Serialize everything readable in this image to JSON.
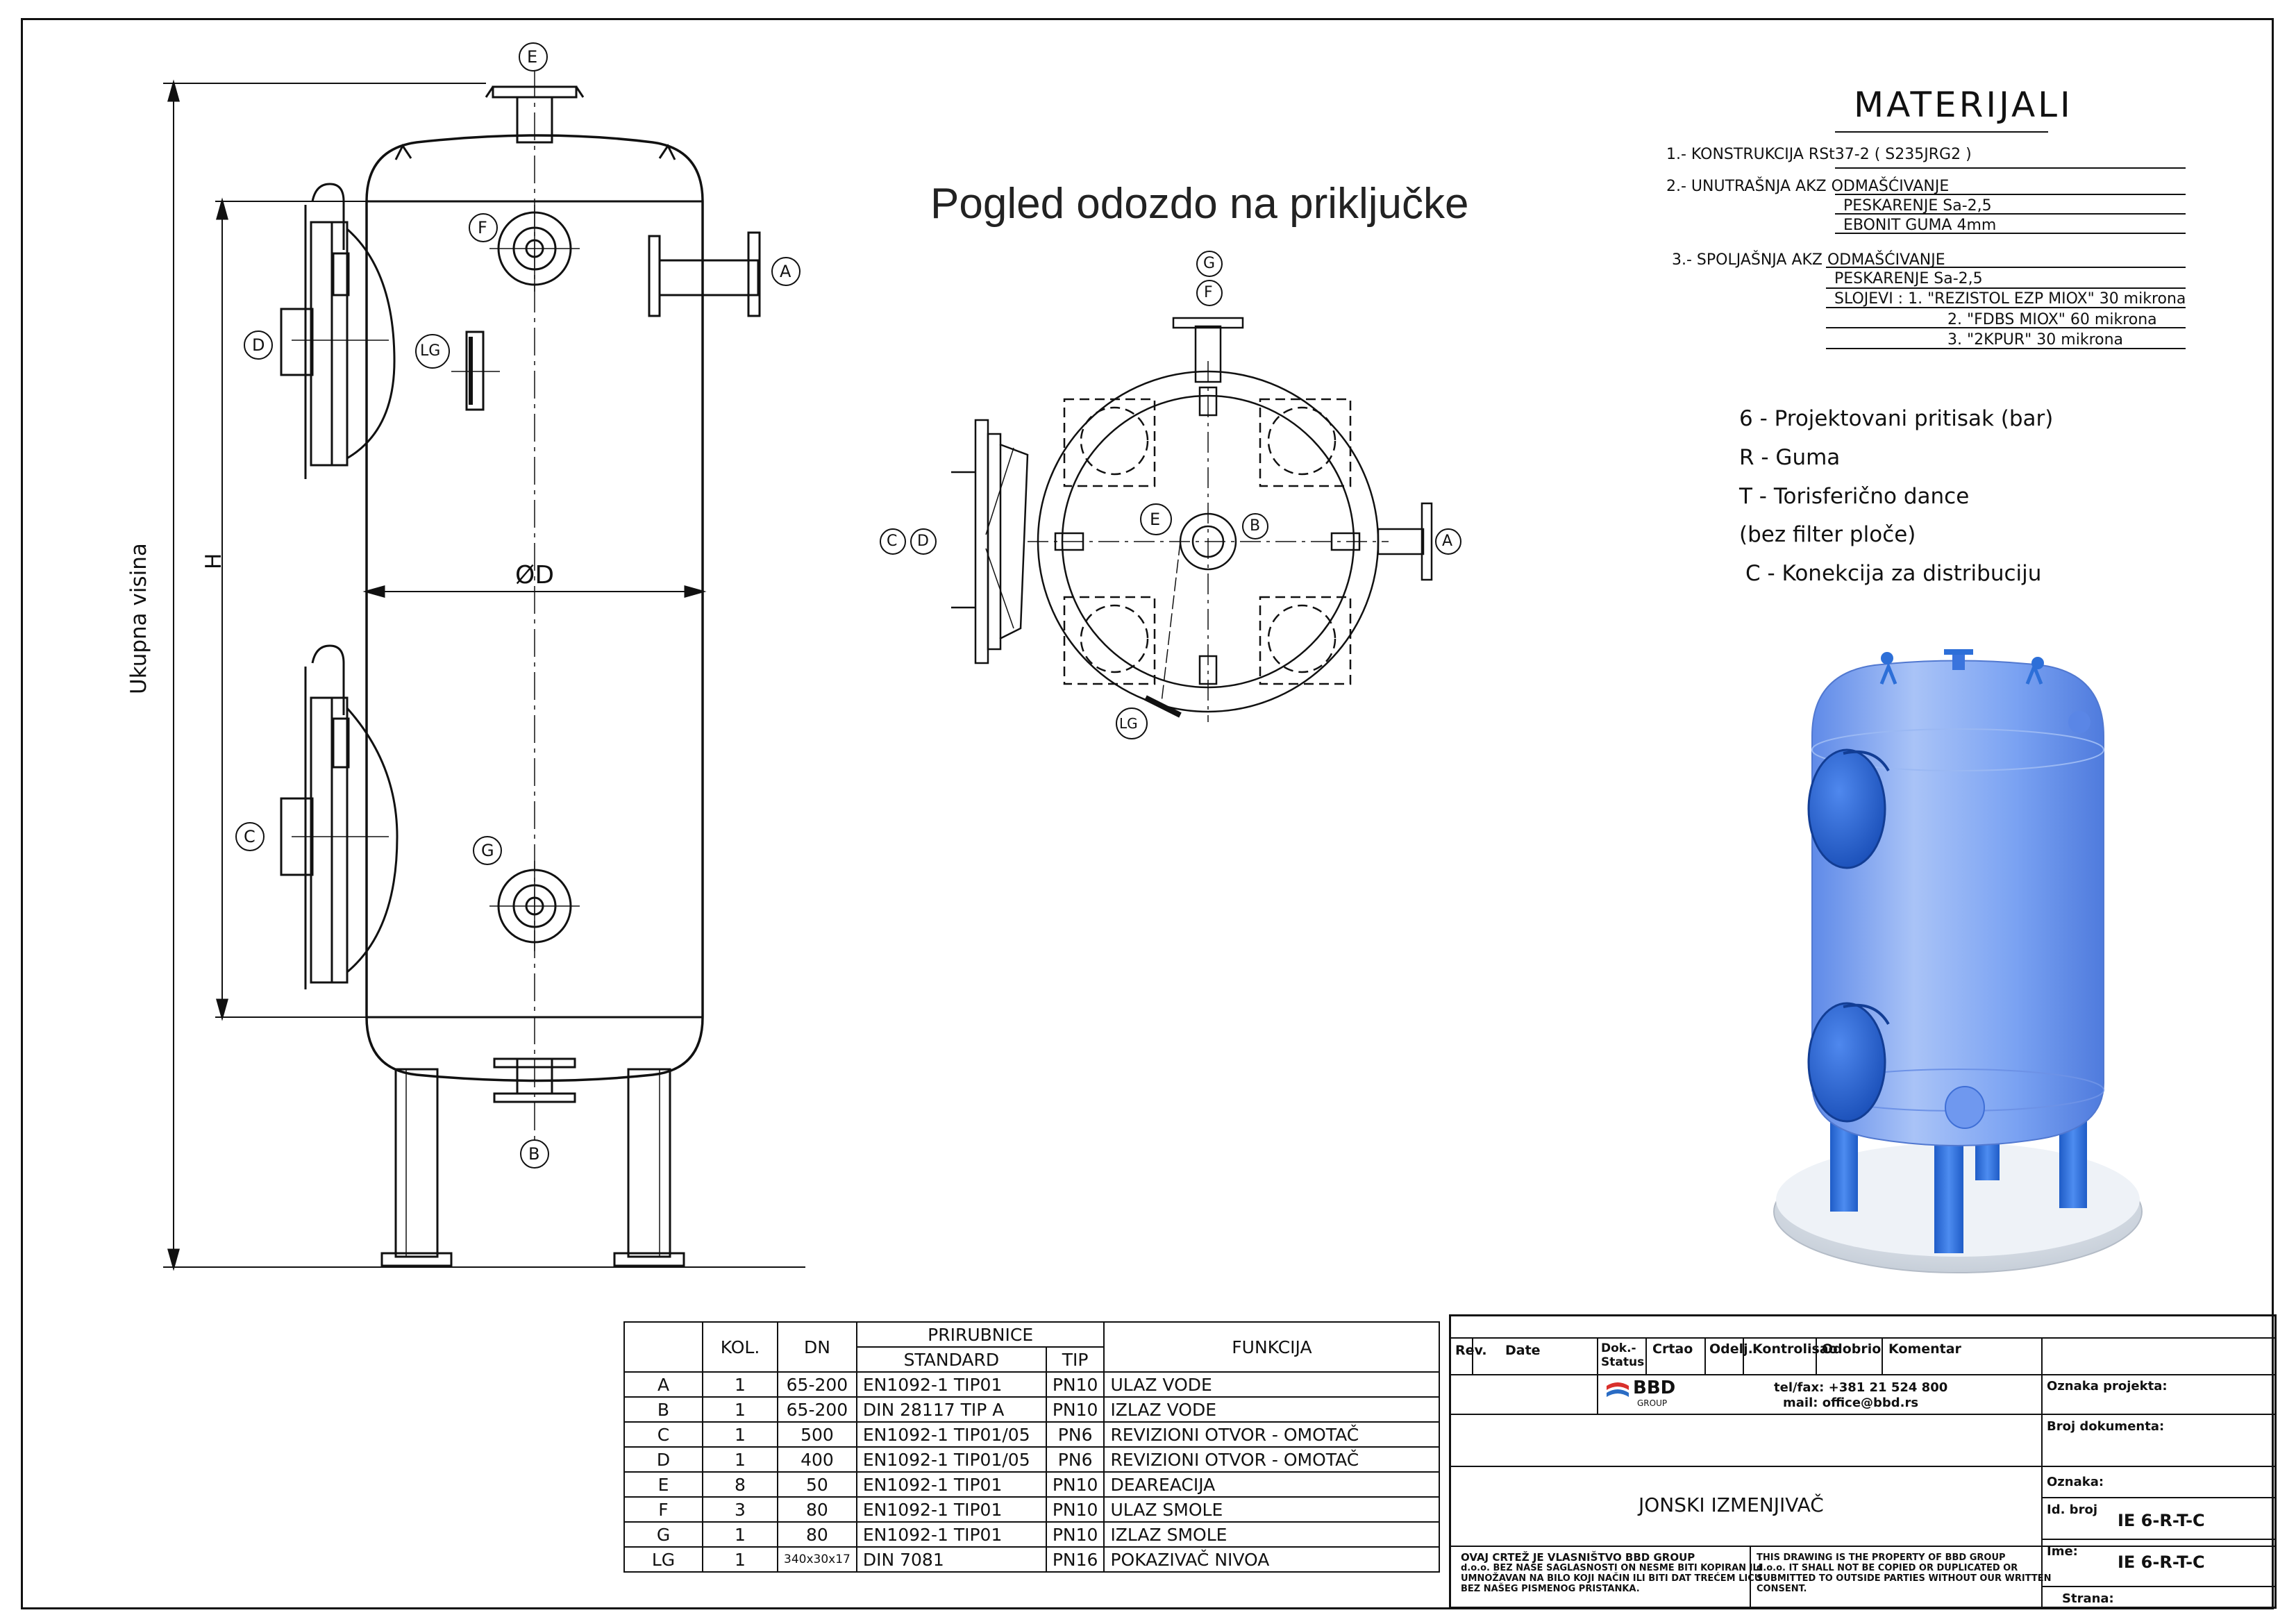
{
  "view_title": "Pogled odozdo na priključke",
  "dimensions": {
    "total_height": "Ukupna visina",
    "h": "H",
    "d": "ØD"
  },
  "nozzle_letters": [
    "A",
    "B",
    "C",
    "D",
    "E",
    "F",
    "G",
    "LG"
  ],
  "materials": {
    "title": "MATERIJALI",
    "lines": [
      "1.-  KONSTRUKCIJA     RSt37-2 ( S235JRG2 )",
      "2.-  UNUTRAŠNJA AKZ  ODMAŠĆIVANJE",
      "PESKARENJE Sa-2,5",
      "EBONIT GUMA 4mm",
      "3.- SPOLJAŠNJA AKZ  ODMAŠĆIVANJE",
      "PESKARENJE Sa-2,5",
      "SLOJEVI :     1. \"REZISTOL EZP MIOX\" 30 mikrona",
      "2. \"FDBS MIOX\" 60 mikrona",
      "3. \"2KPUR\" 30 mikrona"
    ]
  },
  "legend": [
    "6 - Projektovani pritisak (bar)",
    "R - Guma",
    "T - Torisferično dance",
    "(bez filter ploče)",
    "C - Konekcija za distribuciju"
  ],
  "connections": {
    "headers": {
      "kol": "KOL.",
      "dn": "DN",
      "prirubnice": "PRIRUBNICE",
      "standard": "STANDARD",
      "tip": "TIP",
      "funkcija": "FUNKCIJA"
    },
    "rows": [
      {
        "id": "A",
        "kol": "1",
        "dn": "65-200",
        "standard": "EN1092-1 TIP01",
        "tip": "PN10",
        "funkcija": "ULAZ VODE"
      },
      {
        "id": "B",
        "kol": "1",
        "dn": "65-200",
        "standard": "DIN 28117 TIP A",
        "tip": "PN10",
        "funkcija": "IZLAZ VODE"
      },
      {
        "id": "C",
        "kol": "1",
        "dn": "500",
        "standard": "EN1092-1 TIP01/05",
        "tip": "PN6",
        "funkcija": "REVIZIONI OTVOR - OMOTAČ"
      },
      {
        "id": "D",
        "kol": "1",
        "dn": "400",
        "standard": "EN1092-1 TIP01/05",
        "tip": "PN6",
        "funkcija": "REVIZIONI OTVOR - OMOTAČ"
      },
      {
        "id": "E",
        "kol": "8",
        "dn": "50",
        "standard": "EN1092-1 TIP01",
        "tip": "PN10",
        "funkcija": "DEAREACIJA"
      },
      {
        "id": "F",
        "kol": "3",
        "dn": "80",
        "standard": "EN1092-1 TIP01",
        "tip": "PN10",
        "funkcija": "ULAZ SMOLE"
      },
      {
        "id": "G",
        "kol": "1",
        "dn": "80",
        "standard": "EN1092-1 TIP01",
        "tip": "PN10",
        "funkcija": "IZLAZ SMOLE"
      },
      {
        "id": "LG",
        "kol": "1",
        "dn": "340x30x17",
        "standard": "DIN 7081",
        "tip": "PN16",
        "funkcija": "POKAZIVAČ NIVOA"
      }
    ]
  },
  "title_block": {
    "rev": "Rev.",
    "date": "Date",
    "dok": "Dok.-",
    "status": "Status",
    "crtao": "Crtao",
    "odelj": "Odelj.",
    "kontrolisao": "Kontrolisao",
    "odobrio": "Odobrio",
    "komentar": "Komentar",
    "company": "BBD",
    "company_sub": "GROUP",
    "tel": "tel/fax: +381 21 524 800",
    "mail": "mail: office@bbd.rs",
    "oznaka_projekta": "Oznaka projekta:",
    "broj_dokumenta": "Broj dokumenta:",
    "oznaka": "Oznaka:",
    "id_broj": "Id. broj",
    "id_value": "IE 6-R-T-C",
    "ime": "Ime:",
    "ime_value": "IE 6-R-T-C",
    "strana": "Strana:",
    "drawing_title": "JONSKI IZMENJIVAČ",
    "notice_sr": [
      "OVAJ CRTEŽ JE VLASNIŠTVO BBD GROUP",
      "d.o.o. BEZ NAŠE SAGLASNOSTI ON NESME BITI KOPIRAN ILI",
      "UMNOŽAVAN NA BILO KOJI NAČIN ILI BITI DAT TREĆEM LICU",
      "BEZ NAŠEG PISMENOG PRISTANKA."
    ],
    "notice_en": [
      "THIS DRAWING IS THE PROPERTY OF BBD GROUP",
      "d.o.o. IT SHALL NOT BE COPIED OR DUPLICATED OR",
      "SUBMITTED TO OUTSIDE PARTIES WITHOUT OUR WRITTEN",
      "CONSENT."
    ]
  },
  "colors": {
    "vessel_blue": "#7aa2f2",
    "leg_blue": "#2d6fd8",
    "logo_red": "#d9302c",
    "logo_blue": "#2a6cc4"
  }
}
